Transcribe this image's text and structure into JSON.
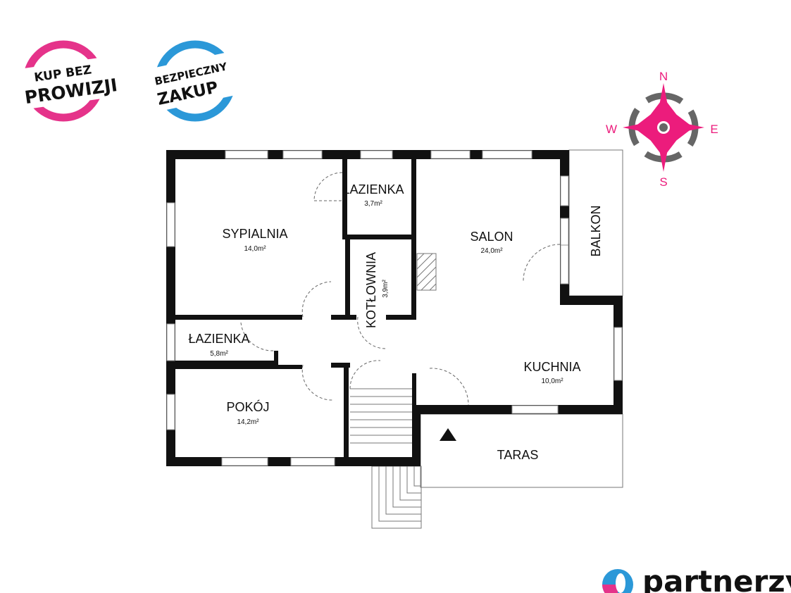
{
  "badges": {
    "left_line1": "KUP BEZ",
    "left_line2": "PROWIZJI",
    "right_line1": "BEZPIECZNY",
    "right_line2": "ZAKUP",
    "left_color": "#e5338a",
    "right_color": "#2b98d8"
  },
  "compass": {
    "n": "N",
    "s": "S",
    "e": "E",
    "w": "W",
    "accent": "#ec1c7c"
  },
  "rooms": [
    {
      "name": "SYPIALNIA",
      "area": "14,0m²"
    },
    {
      "name": "ŁAZIENKA",
      "area": "3,7m²"
    },
    {
      "name": "KOTŁOWNIA",
      "area": "3,9m²"
    },
    {
      "name": "SALON",
      "area": "24,0m²"
    },
    {
      "name": "BALKON"
    },
    {
      "name": "ŁAZIENKA",
      "area": "5,8m²"
    },
    {
      "name": "KUCHNIA",
      "area": "10,0m²"
    },
    {
      "name": "POKÓJ",
      "area": "14,2m²"
    },
    {
      "name": "TARAS"
    }
  ],
  "brand": {
    "name": "partnerzy"
  }
}
